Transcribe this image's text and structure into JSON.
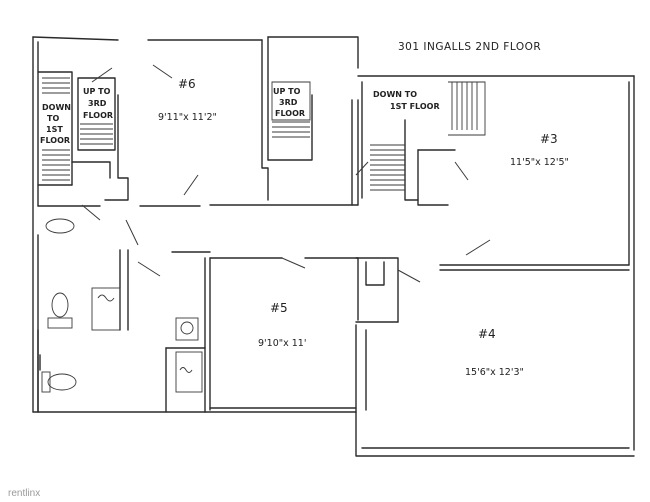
{
  "title": "301 INGALLS 2ND FLOOR",
  "rooms": [
    {
      "id": "6",
      "number": "#6",
      "dimensions": "9'11\"x 11'2\""
    },
    {
      "id": "3",
      "number": "#3",
      "dimensions": "11'5\"x 12'5\""
    },
    {
      "id": "5",
      "number": "#5",
      "dimensions": "9'10\"x 11'"
    },
    {
      "id": "4",
      "number": "#4",
      "dimensions": "15'6\"x 12'3\""
    }
  ],
  "stair_labels": {
    "down_left": [
      "DOWN",
      "TO",
      "1ST",
      "FLOOR"
    ],
    "up_left": [
      "UP TO",
      "3RD",
      "FLOOR"
    ],
    "up_center": [
      "UP TO",
      "3RD",
      "FLOOR"
    ],
    "down_right": [
      "DOWN TO",
      "1ST FLOOR"
    ]
  },
  "watermark": "rentlinx"
}
